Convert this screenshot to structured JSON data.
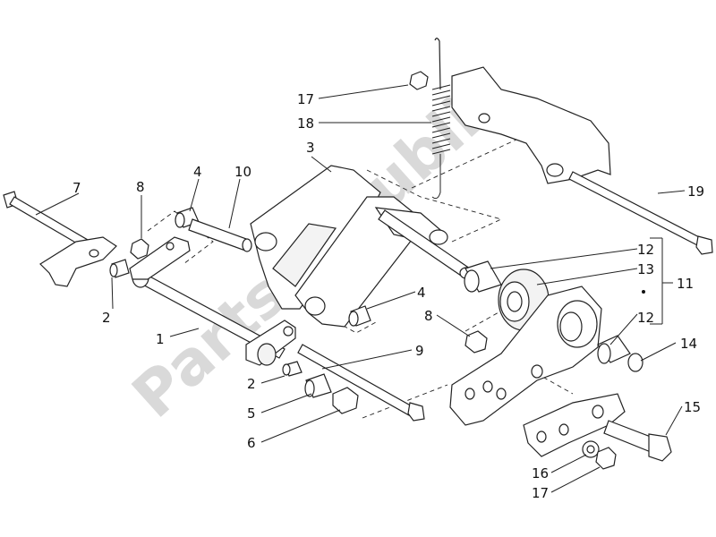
{
  "watermark": "PartsRepublik",
  "callouts": [
    {
      "id": "c7",
      "label": "7"
    },
    {
      "id": "c8a",
      "label": "8"
    },
    {
      "id": "c4a",
      "label": "4"
    },
    {
      "id": "c10",
      "label": "10"
    },
    {
      "id": "c3",
      "label": "3"
    },
    {
      "id": "c17a",
      "label": "17"
    },
    {
      "id": "c18",
      "label": "18"
    },
    {
      "id": "c19",
      "label": "19"
    },
    {
      "id": "c2a",
      "label": "2"
    },
    {
      "id": "c1",
      "label": "1"
    },
    {
      "id": "c4b",
      "label": "4"
    },
    {
      "id": "c12a",
      "label": "12"
    },
    {
      "id": "c13",
      "label": "13"
    },
    {
      "id": "c11",
      "label": "11"
    },
    {
      "id": "c12b",
      "label": "12"
    },
    {
      "id": "c8b",
      "label": "8"
    },
    {
      "id": "c14",
      "label": "14"
    },
    {
      "id": "c9",
      "label": "9"
    },
    {
      "id": "c2b",
      "label": "2"
    },
    {
      "id": "c5",
      "label": "5"
    },
    {
      "id": "c6",
      "label": "6"
    },
    {
      "id": "c15",
      "label": "15"
    },
    {
      "id": "c16",
      "label": "16"
    },
    {
      "id": "c17b",
      "label": "17"
    }
  ]
}
